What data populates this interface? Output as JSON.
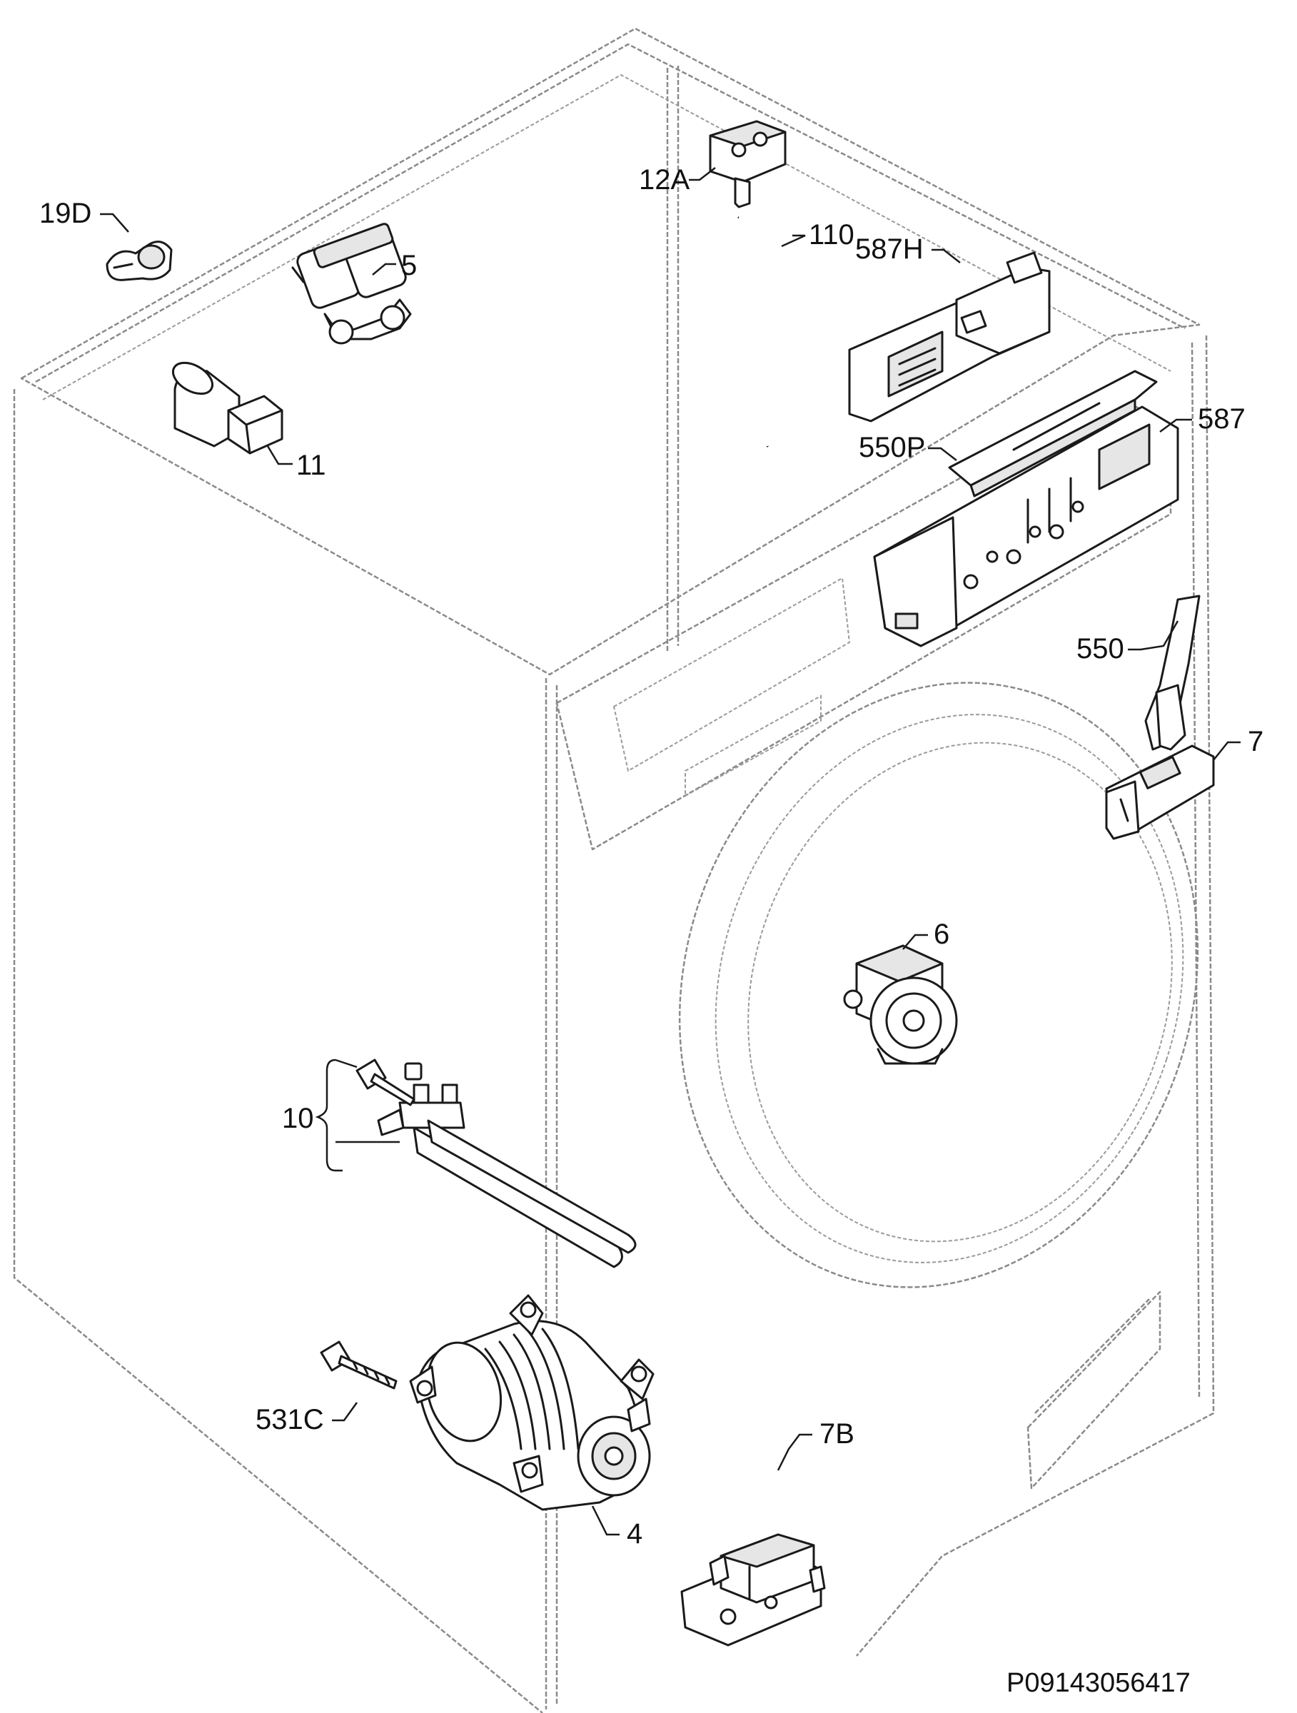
{
  "labels": {
    "l19D": "19D",
    "l5": "5",
    "l11": "11",
    "l12A": "12A",
    "l110": "110",
    "l587H": "587H",
    "l550P": "550P",
    "l587": "587",
    "l550": "550",
    "l7": "7",
    "l6": "6",
    "l10": "10",
    "l531C": "531C",
    "l7B": "7B",
    "l4": "4"
  },
  "drawing_code": "P09143056417"
}
